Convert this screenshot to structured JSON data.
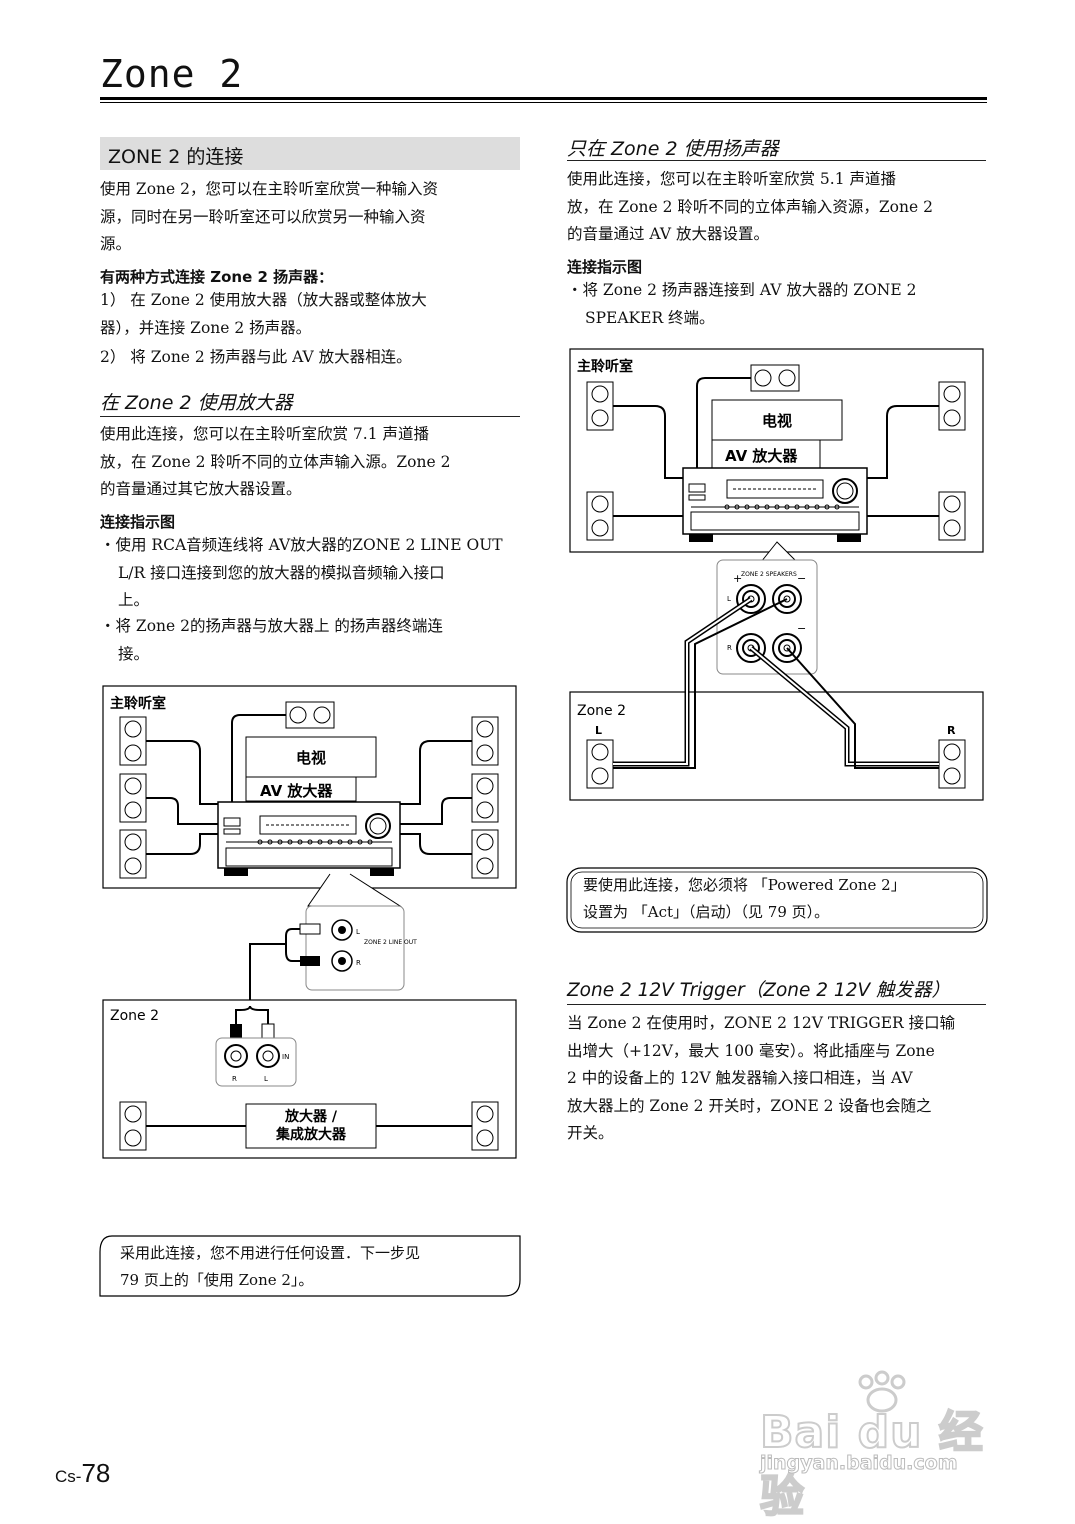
{
  "page": {
    "title": "Zone 2",
    "page_number_prefix": "Cs-",
    "page_number": "78"
  },
  "left": {
    "section_heading": "ZONE 2 的连接",
    "intro": [
      "使用 Zone 2，您可以在主聆听室欣赏一种输入资",
      "源，同时在另一聆听室还可以欣赏另一种输入资",
      "源。"
    ],
    "ways_heading": "有两种方式连接 Zone 2 扬声器：",
    "way1": [
      "1） 在 Zone 2 使用放大器（放大器或整体放大",
      "器），并连接 Zone 2 扬声器。"
    ],
    "way2": "2） 将 Zone 2 扬声器与此 AV 放大器相连。",
    "amp_heading": "在 Zone 2 使用放大器",
    "amp_text": [
      "使用此连接，您可以在主聆听室欣赏 7.1 声道播",
      "放，在 Zone 2 聆听不同的立体声输入源。Zone 2",
      "的音量通过其它放大器设置。"
    ],
    "guide_heading": "连接指示图",
    "bullet1": [
      "・使用 RCA音频连线将 AV放大器的ZONE 2 LINE OUT",
      "L/R 接口连接到您的放大器的模拟音频输入接口",
      "上。"
    ],
    "bullet2": [
      "・将 Zone 2的扬声器与放大器上 的扬声器终端连",
      "接。"
    ],
    "note": [
      "采用此连接，您不用进行任何设置．下一步见",
      "79 页上的「使用 Zone 2」。"
    ]
  },
  "left_diagram": {
    "main_room": "主聆听室",
    "tv": "电视",
    "av_amp": "AV 放大器",
    "zone2": "Zone 2",
    "line_out": "ZONE 2 LINE OUT",
    "L": "L",
    "R": "R",
    "in": "IN",
    "amp_label_1": "放大器 /",
    "amp_label_2": "集成放大器"
  },
  "right": {
    "speaker_heading": "只在 Zone 2 使用扬声器",
    "speaker_text": [
      "使用此连接，您可以在主聆听室欣赏 5.1 声道播",
      "放，在 Zone 2 聆听不同的立体声输入资源，Zone 2",
      "的音量通过 AV 放大器设置。"
    ],
    "guide_heading": "连接指示图",
    "bullet": [
      "・将 Zone 2 扬声器连接到 AV 放大器的 ZONE 2",
      "SPEAKER 终端。"
    ],
    "note": [
      "要使用此连接，您必须将 「Powered Zone 2」",
      "设置为 「Act」（启动）（见 79 页）。"
    ],
    "trigger_heading": "Zone 2 12V Trigger（Zone 2 12V 触发器）",
    "trigger_text": [
      "当 Zone 2 在使用时，ZONE 2 12V TRIGGER 接口输",
      "出增大（+12V，最大 100 毫安）。将此插座与 Zone",
      "2 中的设备上的 12V 触发器输入接口相连，当 AV",
      "放大器上的 Zone 2 开关时，ZONE 2 设备也会随之",
      "开关。"
    ]
  },
  "right_diagram": {
    "main_room": "主聆听室",
    "tv": "电视",
    "av_amp": "AV 放大器",
    "zone2": "Zone 2",
    "speakers_label": "ZONE 2 SPEAKERS",
    "L": "L",
    "R": "R",
    "plus": "+",
    "minus": "−"
  },
  "watermark": {
    "brand": "Bai du 经验",
    "url": "jingyan.baidu.com"
  }
}
